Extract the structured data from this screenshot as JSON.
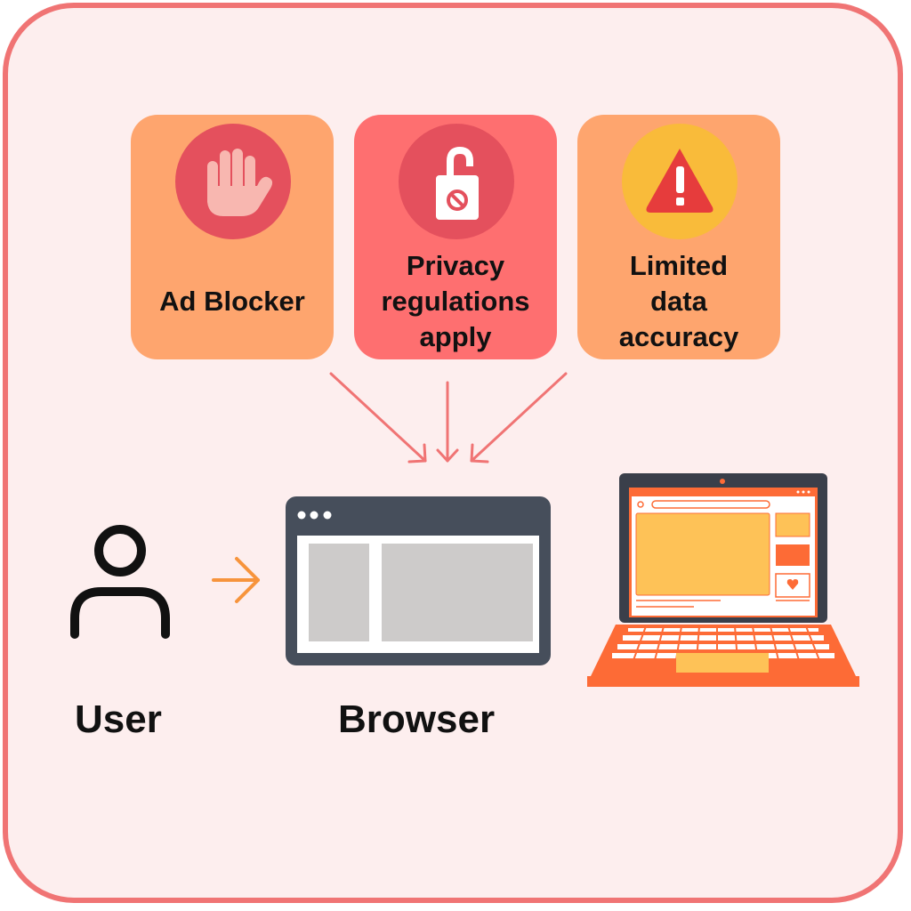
{
  "cards": [
    {
      "label": "Ad Blocker",
      "icon": "raised-hand-icon",
      "bg": "#fea56e",
      "icon_bg": "#e4505d"
    },
    {
      "label": "Privacy\nregulations\napply",
      "icon": "padlock-do-not-disturb-icon",
      "bg": "#fe6f70",
      "icon_bg": "#e4505d"
    },
    {
      "label": "Limited\ndata\naccuracy",
      "icon": "warning-triangle-icon",
      "bg": "#fea56e",
      "icon_bg": "#f9bb3a"
    }
  ],
  "user": {
    "label": "User",
    "icon": "user-icon"
  },
  "browser": {
    "label": "Browser",
    "icon": "browser-window-icon"
  },
  "laptop": {
    "icon": "laptop-icon"
  },
  "colors": {
    "frame_border": "#f07474",
    "frame_bg": "#fdeeee",
    "arrow_down": "#f07474",
    "arrow_right": "#f7943c",
    "laptop_orange": "#fd6b36",
    "browser_dark": "#464e5b"
  }
}
